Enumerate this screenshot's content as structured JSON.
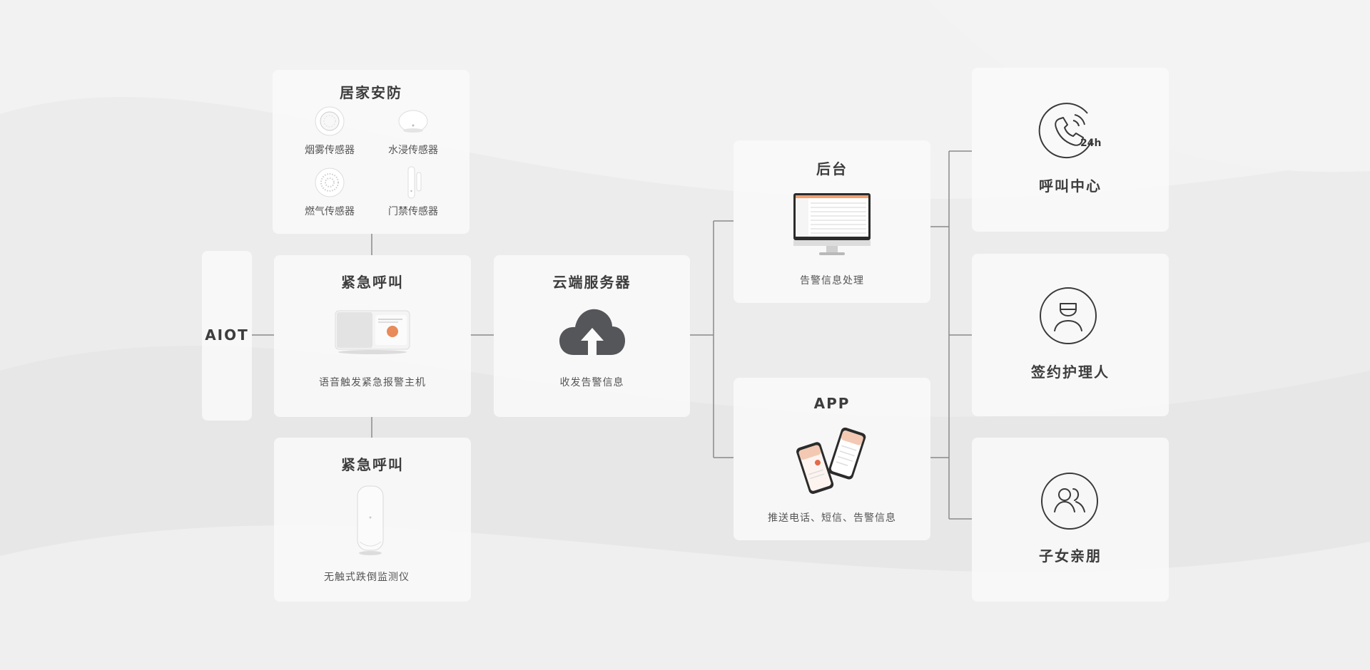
{
  "aiot": {
    "label": "AIOT"
  },
  "home_security": {
    "title": "居家安防",
    "sensors": [
      "烟雾传感器",
      "水浸传感器",
      "燃气传感器",
      "门禁传感器"
    ]
  },
  "emergency_call_main": {
    "title": "紧急呼叫",
    "caption": "语音触发紧急报警主机"
  },
  "emergency_call_fall": {
    "title": "紧急呼叫",
    "caption": "无触式跌倒监测仪"
  },
  "cloud_server": {
    "title": "云端服务器",
    "caption": "收发告警信息"
  },
  "backend": {
    "title": "后台",
    "caption": "告警信息处理"
  },
  "app": {
    "title": "APP",
    "caption": "推送电话、短信、告警信息"
  },
  "call_center": {
    "title": "呼叫中心",
    "badge": "24h"
  },
  "caregiver": {
    "title": "签约护理人"
  },
  "family": {
    "title": "子女亲朋"
  },
  "colors": {
    "line": "#8a8a8a",
    "icon_dark": "#55565a",
    "accent": "#e88a5a"
  }
}
